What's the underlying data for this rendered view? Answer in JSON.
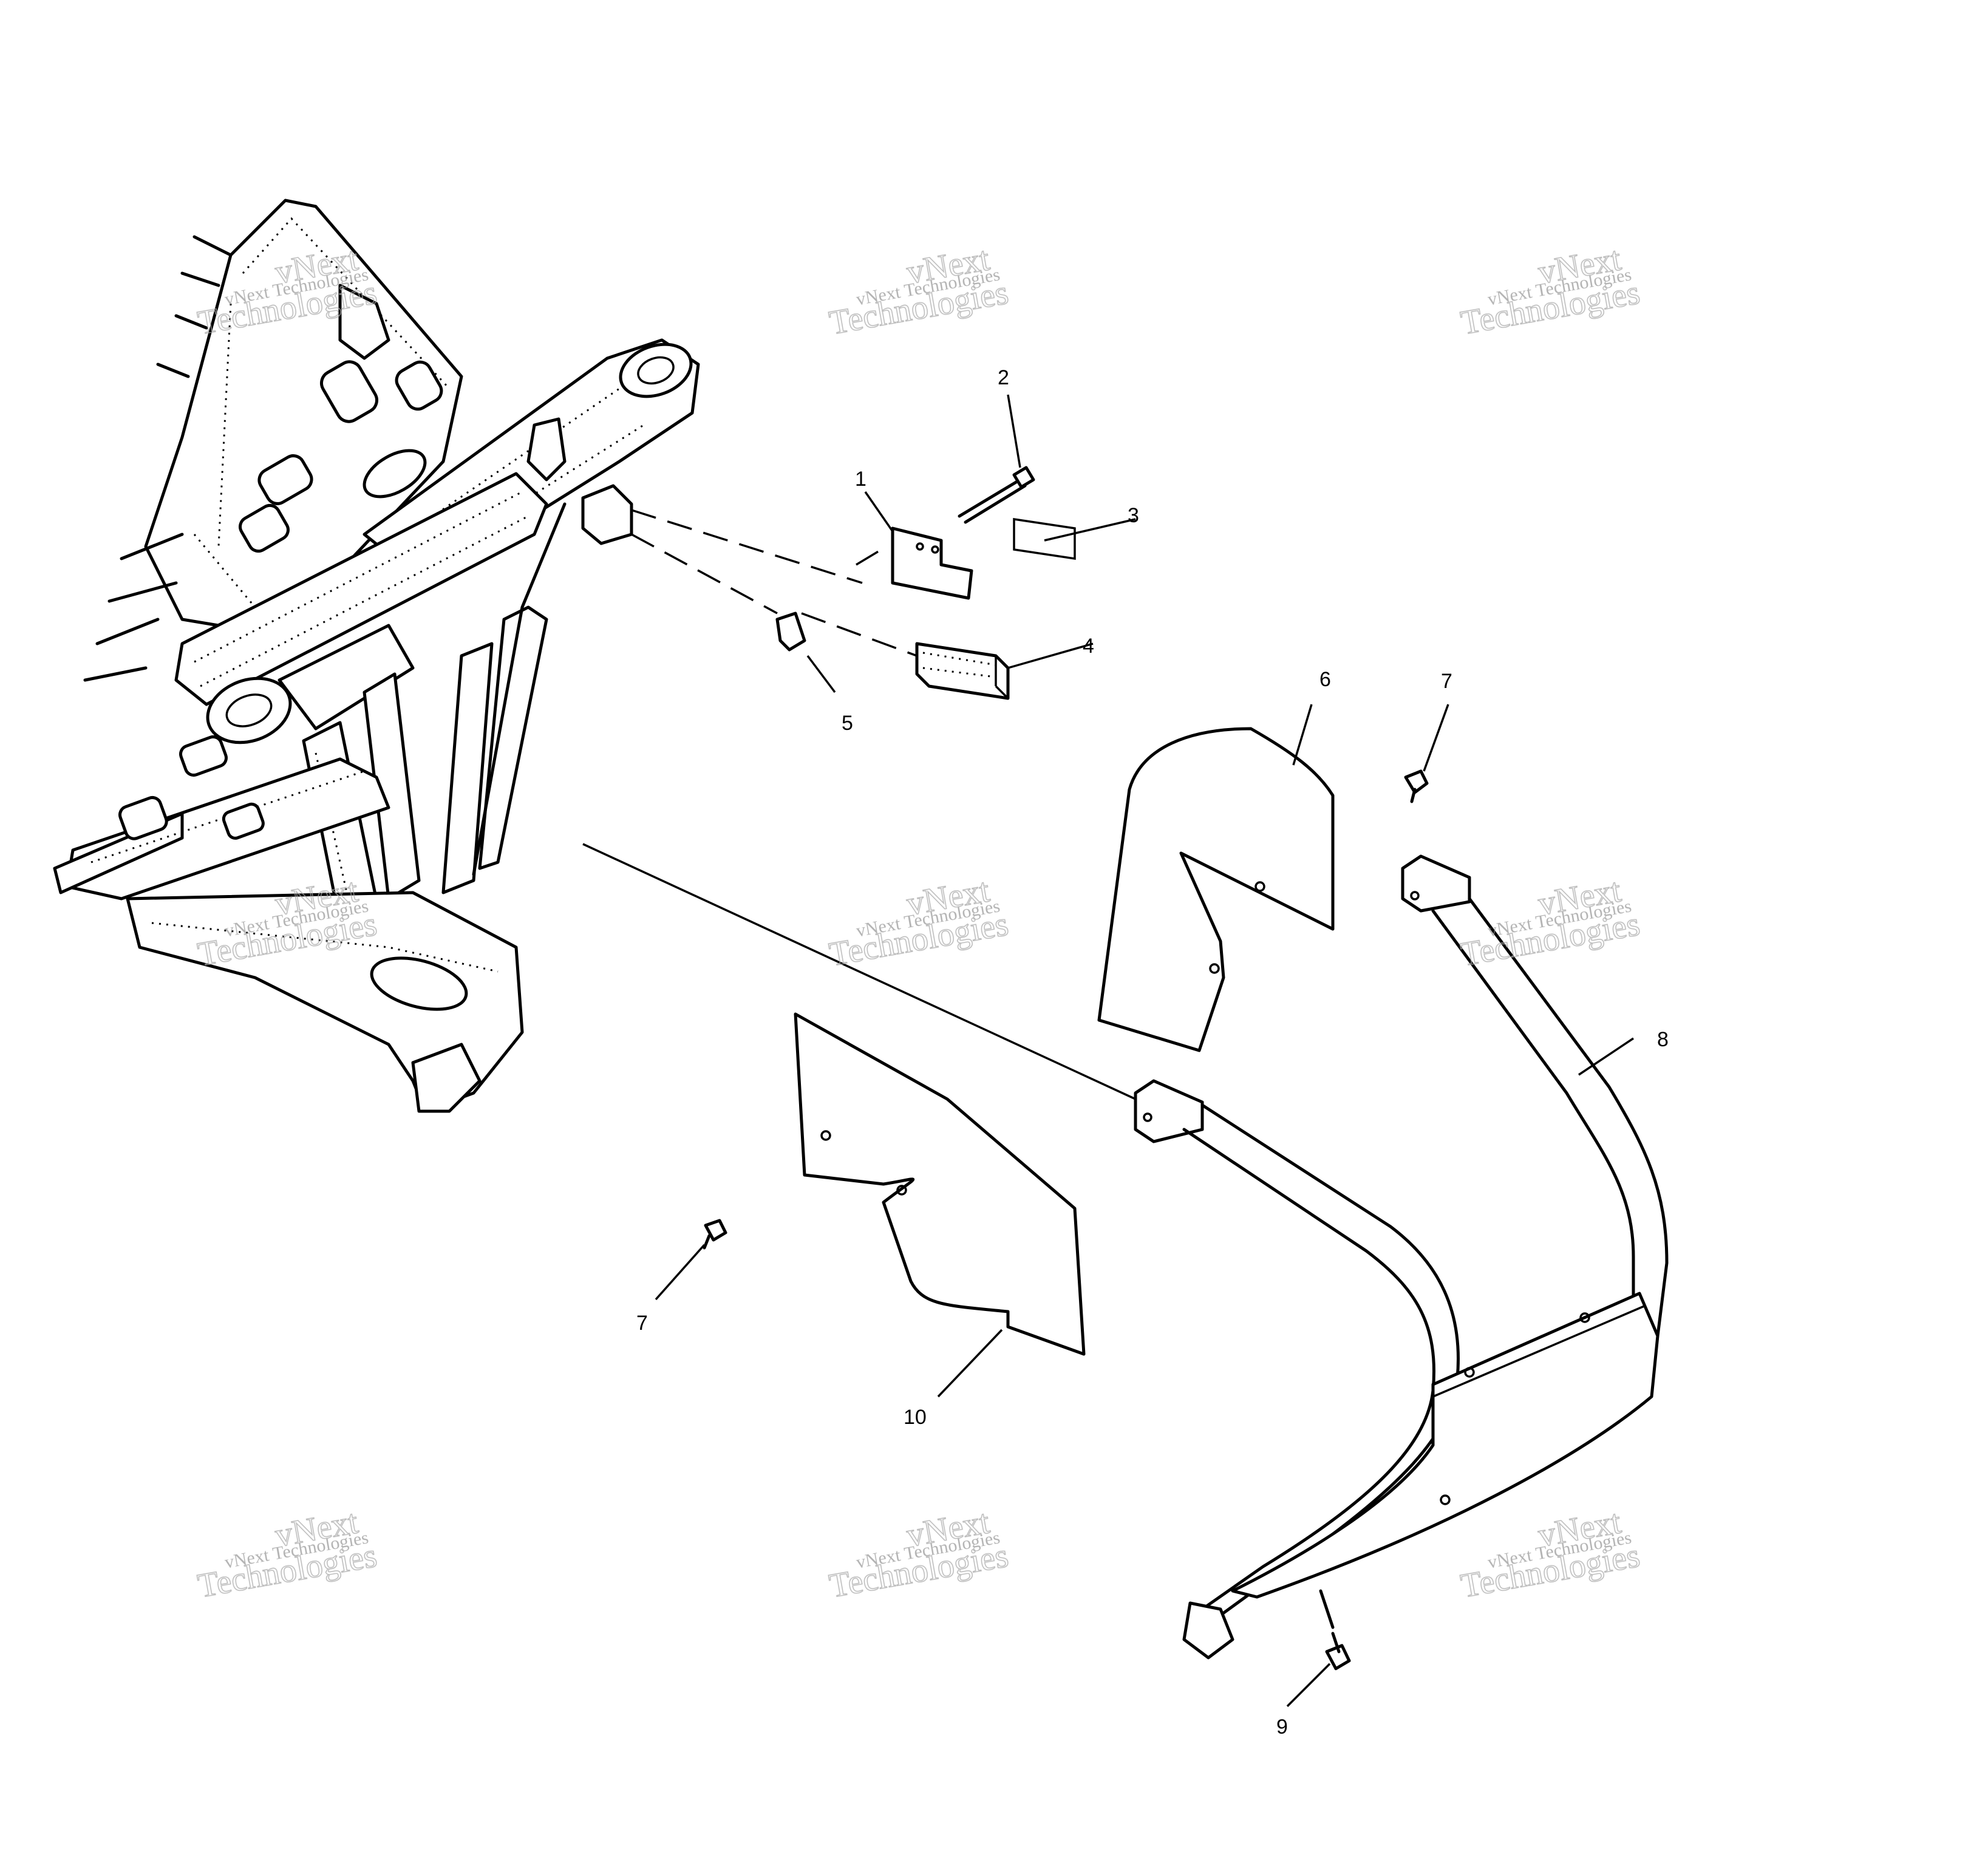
{
  "callouts": [
    {
      "id": "1",
      "label": "1"
    },
    {
      "id": "2",
      "label": "2"
    },
    {
      "id": "3",
      "label": "3"
    },
    {
      "id": "4",
      "label": "4"
    },
    {
      "id": "5",
      "label": "5"
    },
    {
      "id": "6",
      "label": "6"
    },
    {
      "id": "7a",
      "label": "7"
    },
    {
      "id": "7b",
      "label": "7"
    },
    {
      "id": "8",
      "label": "8"
    },
    {
      "id": "9",
      "label": "9"
    },
    {
      "id": "10",
      "label": "10"
    }
  ],
  "watermark": {
    "line1": "vNext Technologies",
    "line2": "vNext",
    "line3": "Technologies"
  },
  "colors": {
    "line": "#000000",
    "background": "#ffffff",
    "watermark": "#9a9a9a"
  }
}
